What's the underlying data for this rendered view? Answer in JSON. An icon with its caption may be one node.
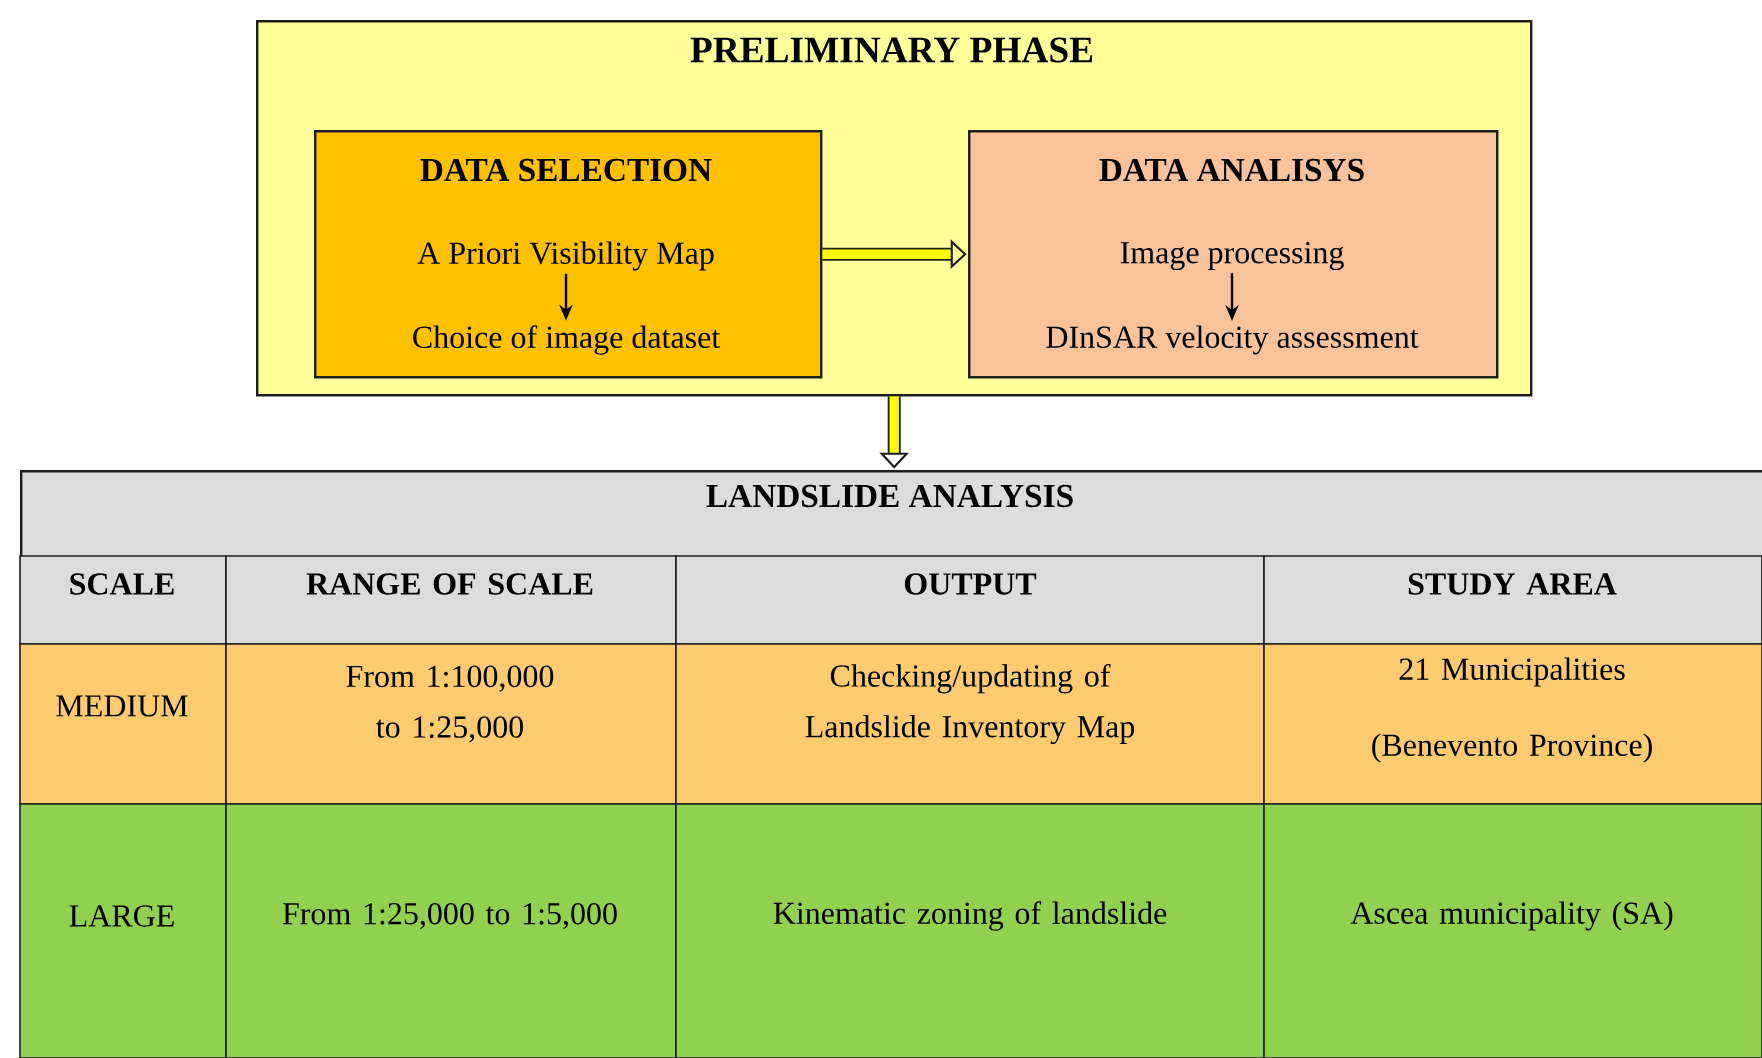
{
  "diagram": {
    "nodes": [
      {
        "text": [
          "PRELIMINARY PHASE"
        ]
      },
      {
        "text": [
          "DATA SELECTION"
        ],
        "in": 0
      },
      {
        "text": [
          "A Priori Visibility Map"
        ],
        "in": 1
      },
      {
        "text": [
          "Choice of image dataset"
        ],
        "in": 1
      },
      {
        "text": [
          "DATA ANALISYS"
        ],
        "in": 0
      },
      {
        "text": [
          "Image processing"
        ],
        "in": 4
      },
      {
        "text": [
          "DInSAR velocity assessment"
        ],
        "in": 4
      },
      {
        "text": [
          "LANDSLIDE ANALYSIS"
        ]
      }
    ],
    "edges": [
      {
        "from": 2,
        "to": 3,
        "arrow": "to"
      },
      {
        "from": 1,
        "to": 4,
        "arrow": "to",
        "style": "thick"
      },
      {
        "from": 5,
        "to": 6,
        "arrow": "to"
      },
      {
        "from": 0,
        "to": 7,
        "arrow": "to",
        "style": "thick"
      }
    ],
    "labels": [
      "SCALE",
      "RANGE  OF SCALE",
      "OUTPUT",
      "STUDY AREA",
      "MEDIUM",
      "From 1:100,000 to 1:25,000",
      "Checking/updating of Landslide Inventory Map",
      "21 Municipalities",
      "(Benevento Province)",
      "LARGE",
      "From 1:25,000 to 1:5,000",
      "Kinematic zoning of landslide",
      "Ascea municipality (SA)"
    ]
  }
}
